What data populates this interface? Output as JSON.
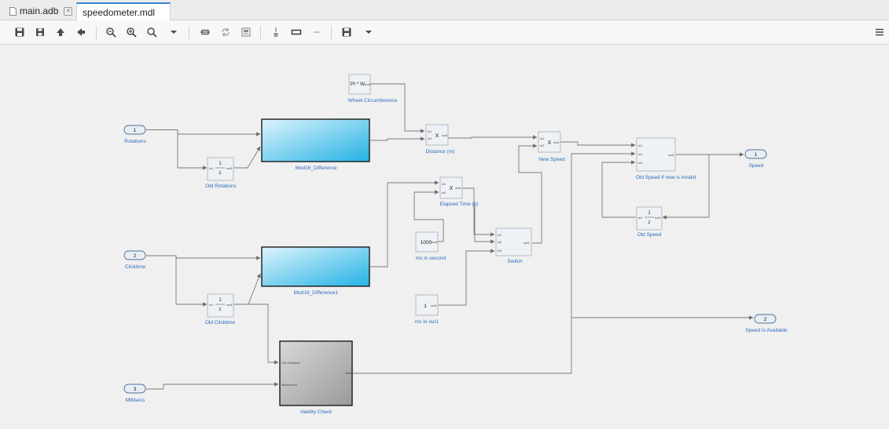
{
  "tabs": [
    {
      "label": "main.adb",
      "active": false
    },
    {
      "label": "speedometer.mdl",
      "active": true
    }
  ],
  "toolbar": {
    "buttons": [
      "save-icon",
      "save-all-icon",
      "arrow-up-icon",
      "arrow-left-icon",
      "zoom-out-icon",
      "zoom-in-icon",
      "zoom-fit-icon",
      "dropdown-icon",
      "link-icon",
      "refresh-icon",
      "layout-icon",
      "brush-icon",
      "rectangle-icon",
      "dash-icon",
      "export-icon",
      "dropdown-icon"
    ],
    "menu_icon": "hamburger-menu-icon"
  },
  "diagram": {
    "inports": [
      {
        "num": "1",
        "name": "Rotations"
      },
      {
        "num": "2",
        "name": "Clicktime"
      },
      {
        "num": "3",
        "name": "Millisecs"
      }
    ],
    "outports": [
      {
        "num": "1",
        "name": "Speed"
      },
      {
        "num": "2",
        "name": "Speed Is Available"
      }
    ],
    "blocks": {
      "wheel_circ": {
        "name": "Wheel Circumference",
        "text": "PI * W"
      },
      "old_rotations": {
        "name": "Old Rotations",
        "num": "1",
        "den": "z"
      },
      "mod16_diff": {
        "name": "Mod16_Difference"
      },
      "distance": {
        "name": "Distance (m)",
        "text": "X"
      },
      "new_speed": {
        "name": "New Speed",
        "text": "X"
      },
      "old_speed_if": {
        "name": "Old Speed if new is invalid"
      },
      "old_speed": {
        "name": "Old Speed",
        "num": "1",
        "den": "z"
      },
      "elapsed": {
        "name": "Elapsed Time (h)",
        "text": "X"
      },
      "ms_in_second": {
        "name": "ms in second",
        "text": "1000"
      },
      "switch": {
        "name": "Switch"
      },
      "mod16_diff1": {
        "name": "Mod16_Difference1"
      },
      "old_clicktime": {
        "name": "Old Clicktime",
        "num": "1",
        "den": "z"
      },
      "ms_in_our1": {
        "name": "ms in our1",
        "text": "1"
      },
      "validity": {
        "name": "Validity Check",
        "in1": "Old Clicktime",
        "in2": "Millisecond",
        "out": "Valid"
      }
    }
  },
  "colors": {
    "accent": "#3c83d6",
    "subsystem_blue": "#2bb5e6",
    "label_blue": "#2d6bbf"
  }
}
